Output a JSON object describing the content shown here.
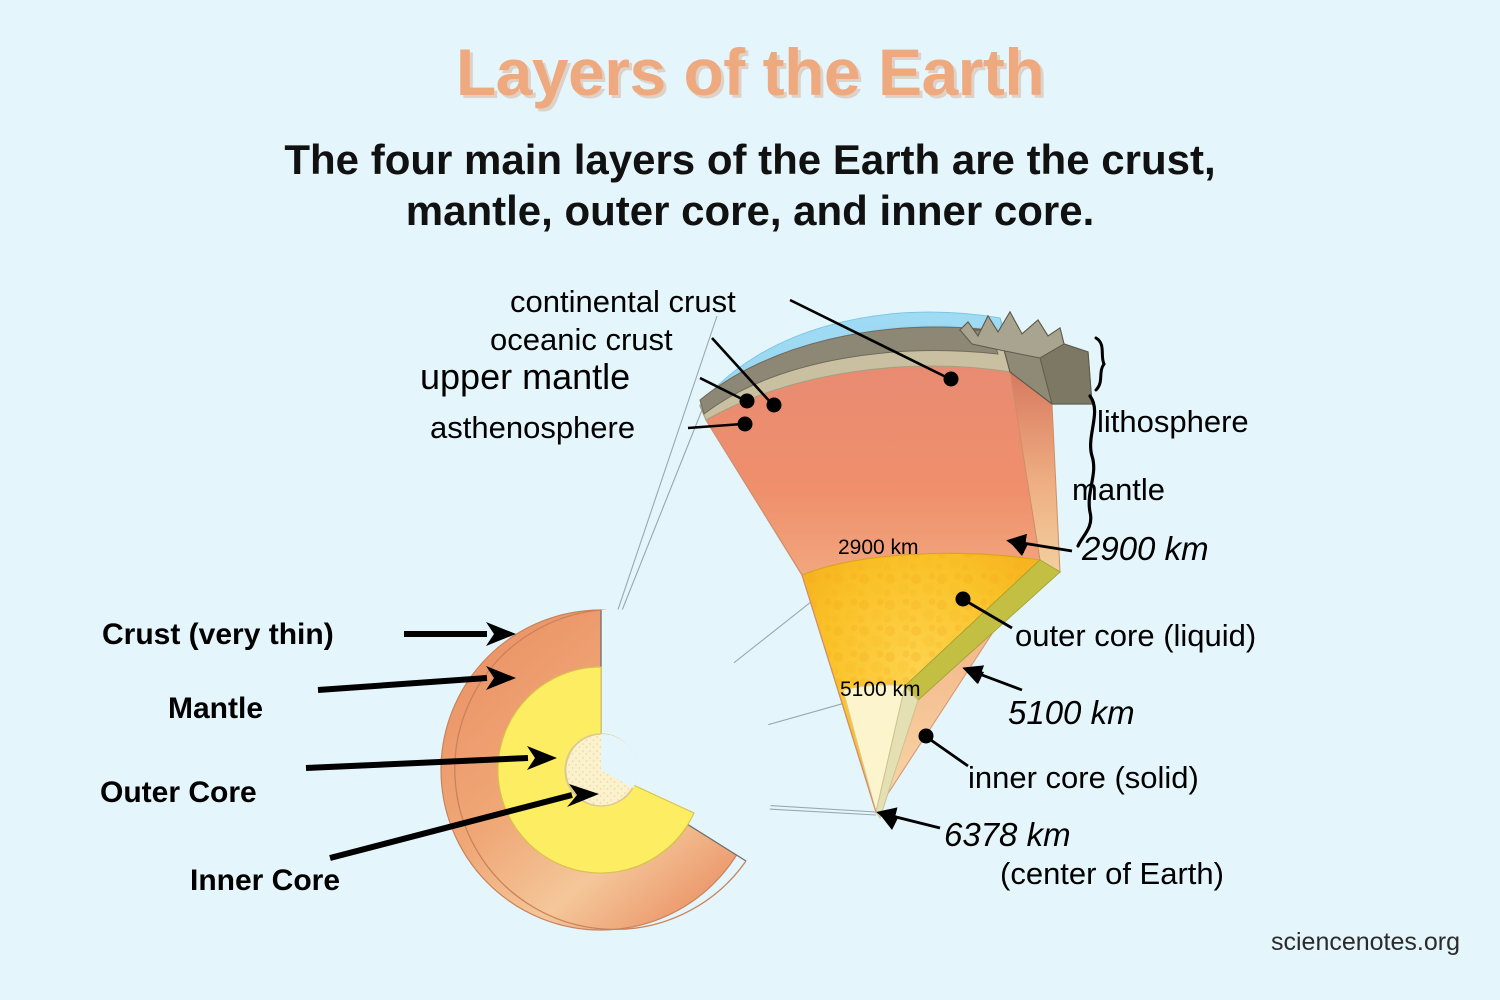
{
  "header": {
    "title": "Layers of the Earth",
    "subtitle_line1": "The four main layers of the Earth are the crust,",
    "subtitle_line2": "mantle, outer core, and inner core."
  },
  "credit": "sciencenotes.org",
  "colors": {
    "background": "#e4f5fb",
    "title": "#efa97e",
    "ocean": "#7ecdf0",
    "continental_crust": "#8d8875",
    "oceanic_crust": "#c9c0a2",
    "mantle_top": "#eb8d6e",
    "mantle_bottom": "#f6cf9e",
    "outer_core": "#f9c224",
    "outer_core_side": "#bdbb3c",
    "inner_core": "#fcf4cc",
    "sphere_mantle": "#ef9e6d",
    "sphere_outer_core": "#fced62",
    "sphere_inner_core": "#fbf0cf"
  },
  "wedge_labels_left": [
    {
      "id": "continental-crust",
      "text": "continental crust"
    },
    {
      "id": "oceanic-crust",
      "text": "oceanic crust"
    },
    {
      "id": "upper-mantle",
      "text": "upper mantle"
    },
    {
      "id": "asthenosphere",
      "text": "asthenosphere"
    }
  ],
  "wedge_labels_right": [
    {
      "id": "lithosphere",
      "text": "lithosphere"
    },
    {
      "id": "mantle",
      "text": "mantle"
    },
    {
      "id": "depth-2900",
      "text": "2900 km"
    },
    {
      "id": "outer-core",
      "text": "outer core (liquid)"
    },
    {
      "id": "depth-5100",
      "text": "5100 km"
    },
    {
      "id": "inner-core",
      "text": "inner core (solid)"
    },
    {
      "id": "depth-6378",
      "text": "6378 km"
    },
    {
      "id": "center-note",
      "text": "(center of Earth)"
    }
  ],
  "wedge_inline_depths": [
    {
      "id": "inline-2900",
      "text": "2900 km"
    },
    {
      "id": "inline-5100",
      "text": "5100 km"
    }
  ],
  "sphere_labels": [
    {
      "id": "crust",
      "text": "Crust (very thin)"
    },
    {
      "id": "mantle",
      "text": "Mantle"
    },
    {
      "id": "outer-core",
      "text": "Outer Core"
    },
    {
      "id": "inner-core",
      "text": "Inner Core"
    }
  ],
  "chart_data": {
    "type": "diagram",
    "title": "Layers of the Earth",
    "depth_units": "km",
    "layers": [
      {
        "name": "crust",
        "note": "very thin",
        "sublayers": [
          "continental crust",
          "oceanic crust"
        ]
      },
      {
        "name": "mantle",
        "note": "upper mantle / asthenosphere",
        "boundary_depth_km": 2900
      },
      {
        "name": "outer core",
        "state": "liquid",
        "boundary_depth_km": 5100
      },
      {
        "name": "inner core",
        "state": "solid",
        "boundary_depth_km": 6378
      }
    ],
    "annotations": [
      "lithosphere",
      "mantle",
      "2900 km",
      "5100 km",
      "6378 km",
      "(center of Earth)"
    ]
  }
}
